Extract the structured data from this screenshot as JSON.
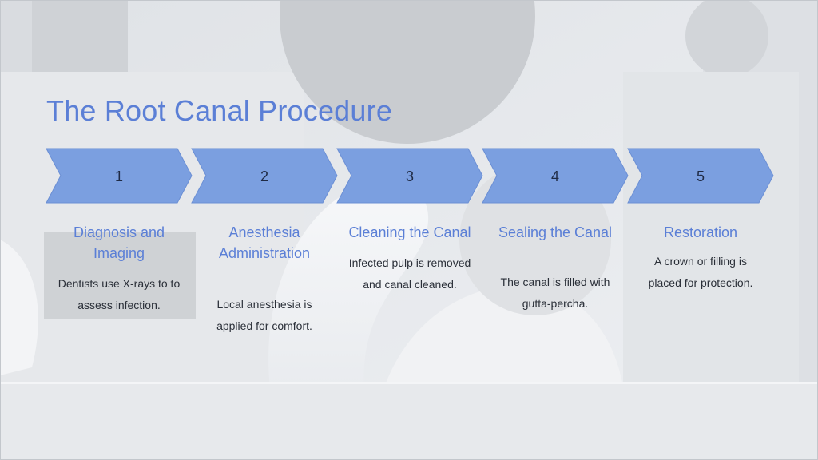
{
  "title": "The Root Canal Procedure",
  "steps": [
    {
      "number": "1",
      "title": "Diagnosis and Imaging",
      "description": "Dentists use X-rays to to assess infection."
    },
    {
      "number": "2",
      "title": "Anesthesia Administration",
      "description": "Local anesthesia is applied for comfort."
    },
    {
      "number": "3",
      "title": "Cleaning the Canal",
      "description": "Infected pulp is removed and canal cleaned."
    },
    {
      "number": "4",
      "title": "Sealing the Canal",
      "description": "The canal is filled with gutta-percha."
    },
    {
      "number": "5",
      "title": "Restoration",
      "description": "A crown or filling is placed for protection."
    }
  ],
  "colors": {
    "accent": "#5b7fd6",
    "chevron_fill": "#7b9fe0",
    "chevron_stroke": "#6b8fd4",
    "text": "#2a2f38"
  }
}
